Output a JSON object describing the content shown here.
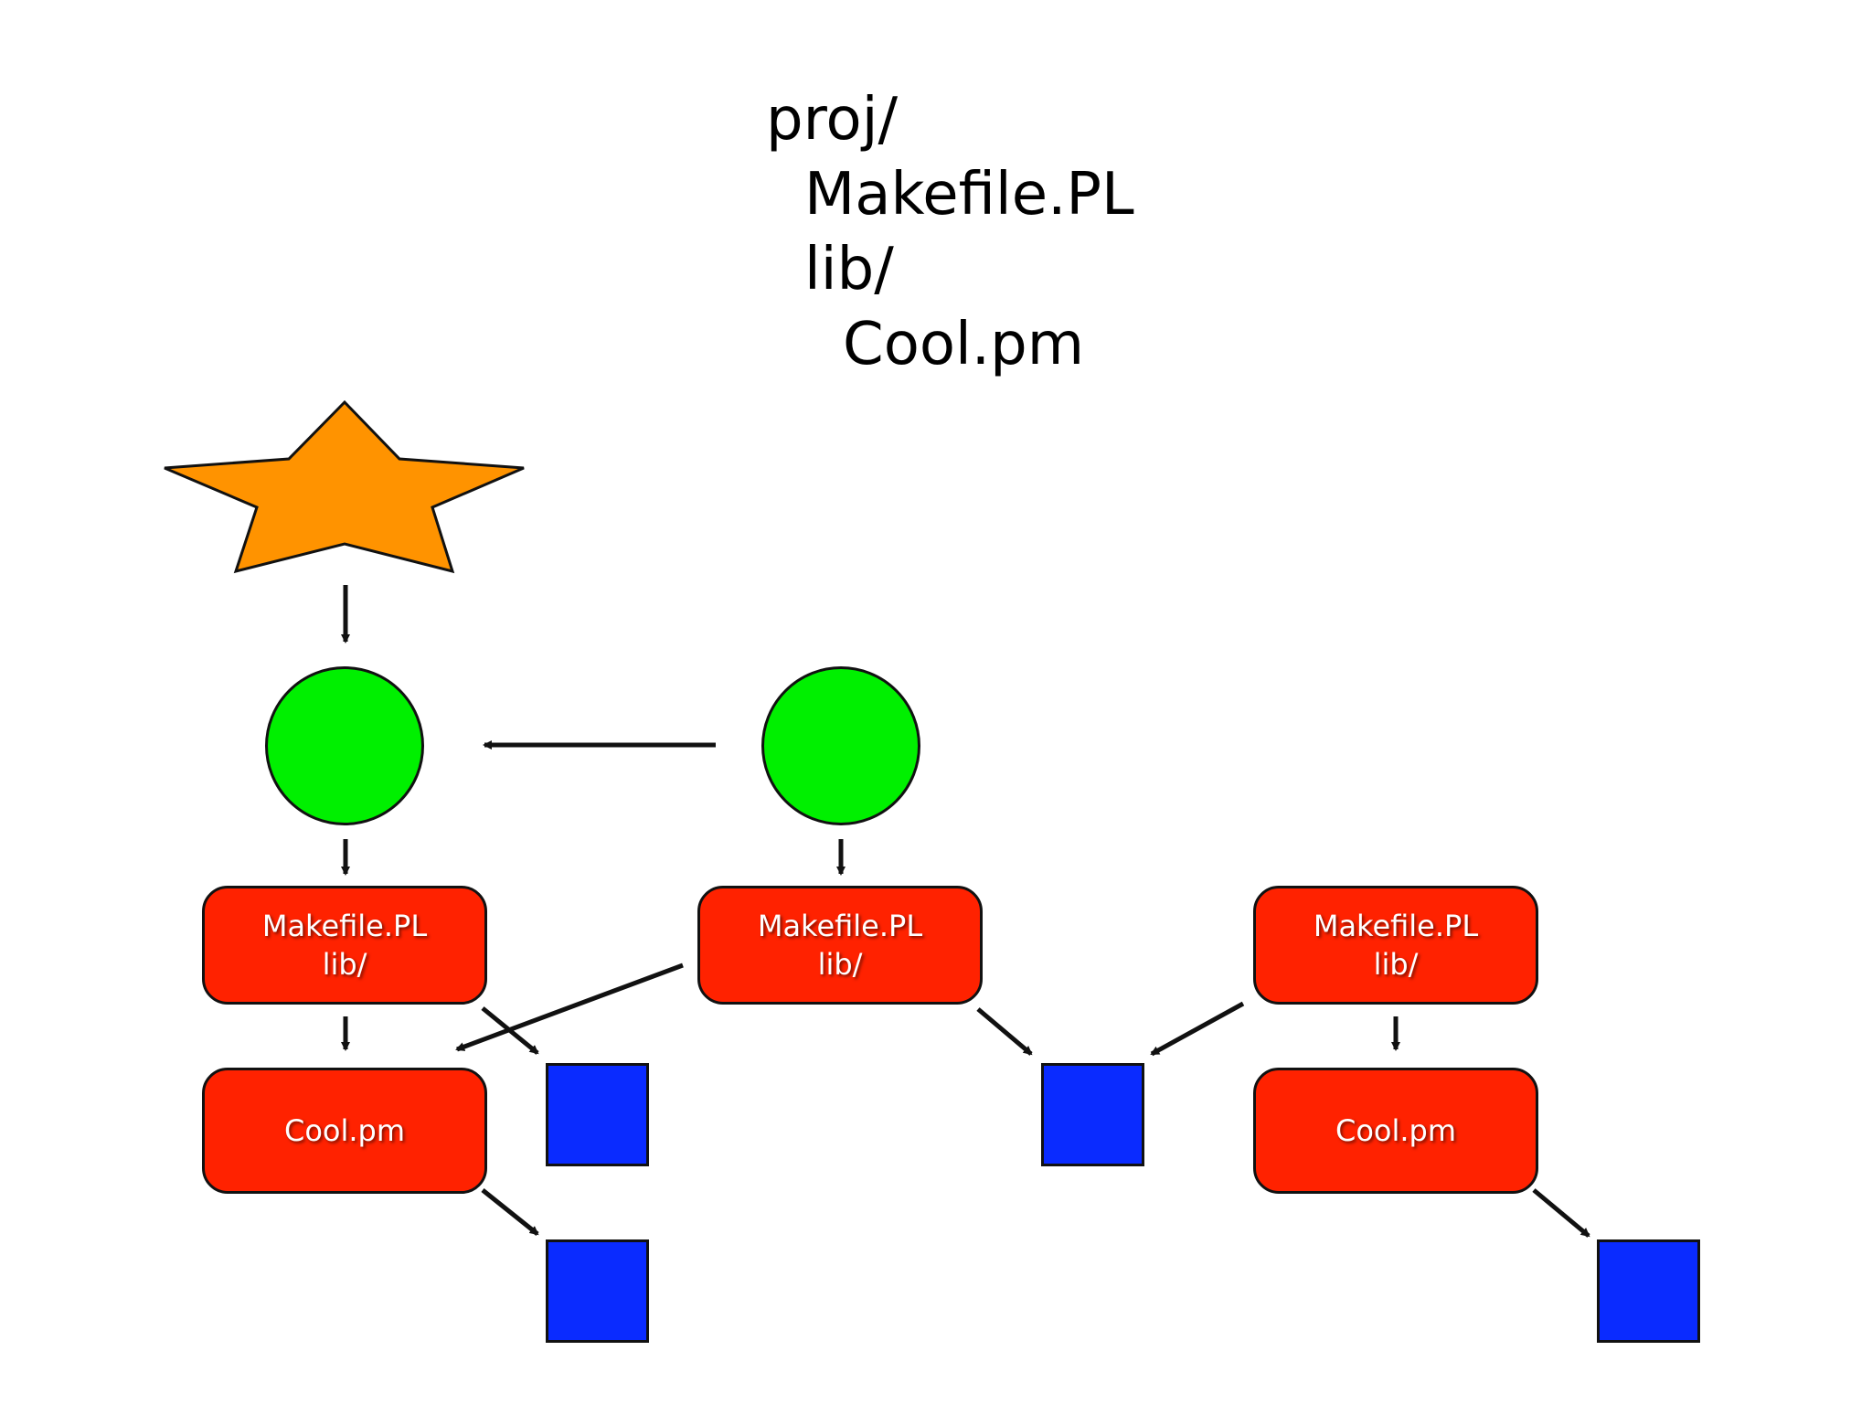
{
  "tree": {
    "root": "proj/",
    "makefile": "Makefile.PL",
    "lib": "lib/",
    "module": "Cool.pm"
  },
  "nodes": {
    "build_1": {
      "line1": "Makefile.PL",
      "line2": "lib/"
    },
    "build_2": {
      "line1": "Makefile.PL",
      "line2": "lib/"
    },
    "build_3": {
      "line1": "Makefile.PL",
      "line2": "lib/"
    },
    "module_1": {
      "label": "Cool.pm"
    },
    "module_3": {
      "label": "Cool.pm"
    }
  },
  "colors": {
    "star": "#ff9300",
    "circle": "#00f000",
    "node": "#ff2200",
    "square": "#0a2bff",
    "stroke": "#111111"
  }
}
